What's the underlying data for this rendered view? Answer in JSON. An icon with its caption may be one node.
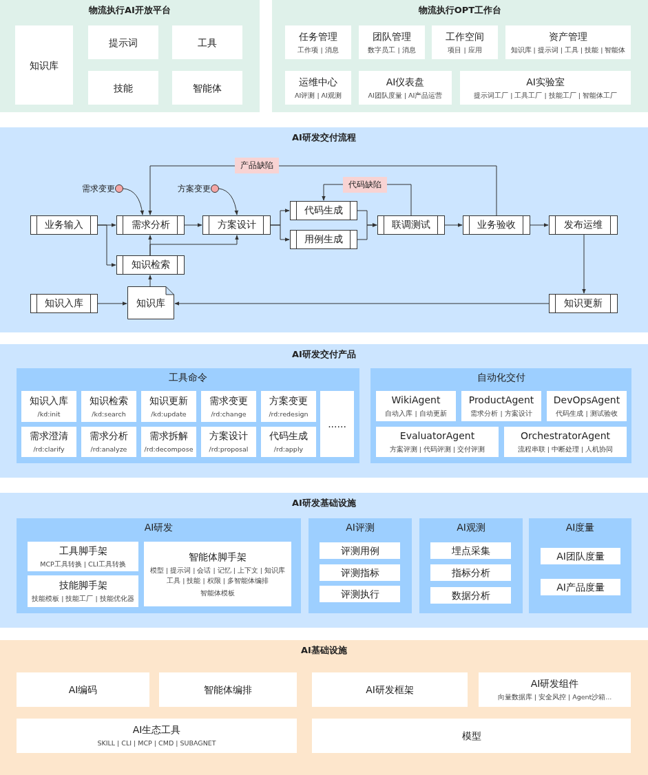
{
  "diagram": {
    "nodes": [
      {
        "text": [
          "物流执行AI开放平台"
        ]
      },
      {
        "text": [
          "知识库"
        ],
        "in": 0
      },
      {
        "text": [
          "提示词"
        ],
        "in": 0
      },
      {
        "text": [
          "工具"
        ],
        "in": 0
      },
      {
        "text": [
          "技能"
        ],
        "in": 0
      },
      {
        "text": [
          "智能体"
        ],
        "in": 0
      },
      {
        "text": [
          "物流执行OPT工作台"
        ]
      },
      {
        "text": [
          "任务管理",
          "工作项 | 消息"
        ],
        "in": 6
      },
      {
        "text": [
          "团队管理",
          "数字员工 | 消息"
        ],
        "in": 6
      },
      {
        "text": [
          "工作空间",
          "项目 | 应用"
        ],
        "in": 6
      },
      {
        "text": [
          "资产管理",
          "知识库 | 提示词 | 工具 | 技能 | 智能体"
        ],
        "in": 6
      },
      {
        "text": [
          "运维中心",
          "AI评测 | AI观测"
        ],
        "in": 6
      },
      {
        "text": [
          "AI仪表盘",
          "AI团队度量 | AI产品运营"
        ],
        "in": 6
      },
      {
        "text": [
          "AI实验室",
          "提示词工厂 | 工具工厂 | 技能工厂 | 智能体工厂"
        ],
        "in": 6
      },
      {
        "text": [
          "AI研发交付流程"
        ]
      },
      {
        "text": [
          "业务输入"
        ],
        "in": 14
      },
      {
        "text": [
          "需求分析"
        ],
        "in": 14
      },
      {
        "text": [
          "方案设计"
        ],
        "in": 14
      },
      {
        "text": [
          "代码生成"
        ],
        "in": 14
      },
      {
        "text": [
          "用例生成"
        ],
        "in": 14
      },
      {
        "text": [
          "联调测试"
        ],
        "in": 14
      },
      {
        "text": [
          "业务验收"
        ],
        "in": 14
      },
      {
        "text": [
          "发布运维"
        ],
        "in": 14
      },
      {
        "text": [
          "知识检索"
        ],
        "in": 14
      },
      {
        "text": [
          "知识入库"
        ],
        "in": 14
      },
      {
        "text": [
          "知识库"
        ],
        "in": 14
      },
      {
        "text": [
          "知识更新"
        ],
        "in": 14
      },
      {
        "text": [
          "需求变更"
        ],
        "in": 14
      },
      {
        "text": [
          "方案变更"
        ],
        "in": 14
      },
      {
        "text": [
          "AI研发交付产品"
        ]
      },
      {
        "text": [
          "工具命令"
        ],
        "in": 29
      },
      {
        "text": [
          "知识入库",
          "/kd:init"
        ],
        "in": 30
      },
      {
        "text": [
          "知识检索",
          "/kd:search"
        ],
        "in": 30
      },
      {
        "text": [
          "知识更新",
          "/kd:update"
        ],
        "in": 30
      },
      {
        "text": [
          "需求变更",
          "/rd:change"
        ],
        "in": 30
      },
      {
        "text": [
          "方案变更",
          "/rd:redesign"
        ],
        "in": 30
      },
      {
        "text": [
          "需求澄清",
          "/rd:clarify"
        ],
        "in": 30
      },
      {
        "text": [
          "需求分析",
          "/rd:analyze"
        ],
        "in": 30
      },
      {
        "text": [
          "需求拆解",
          "/rd:decompose"
        ],
        "in": 30
      },
      {
        "text": [
          "方案设计",
          "/rd:proposal"
        ],
        "in": 30
      },
      {
        "text": [
          "代码生成",
          "/rd:apply"
        ],
        "in": 30
      },
      {
        "text": [
          "......"
        ],
        "in": 30
      },
      {
        "text": [
          "自动化交付"
        ],
        "in": 29
      },
      {
        "text": [
          "WikiAgent",
          "自动入库 | 自动更新"
        ],
        "in": 42
      },
      {
        "text": [
          "ProductAgent",
          "需求分析 | 方案设计"
        ],
        "in": 42
      },
      {
        "text": [
          "DevOpsAgent",
          "代码生成 | 测试验收"
        ],
        "in": 42
      },
      {
        "text": [
          "EvaluatorAgent",
          "方案评测 | 代码评测 | 交付评测"
        ],
        "in": 42
      },
      {
        "text": [
          "OrchestratorAgent",
          "流程串联 | 中断处理 | 人机协同"
        ],
        "in": 42
      },
      {
        "text": [
          "AI研发基础设施"
        ]
      },
      {
        "text": [
          "AI研发"
        ],
        "in": 48
      },
      {
        "text": [
          "工具脚手架",
          "MCP工具转换 | CLI工具转换"
        ],
        "in": 49
      },
      {
        "text": [
          "技能脚手架",
          "技能模板 | 技能工厂 | 技能优化器"
        ],
        "in": 49
      },
      {
        "text": [
          "智能体脚手架",
          "模型 | 提示词 | 会话 | 记忆 | 上下文 | 知识库工具 | 技能 | 权限 | 多智能体编排",
          "智能体模板"
        ],
        "in": 49
      },
      {
        "text": [
          "AI评测"
        ],
        "in": 48
      },
      {
        "text": [
          "评测用例"
        ],
        "in": 53
      },
      {
        "text": [
          "评测指标"
        ],
        "in": 53
      },
      {
        "text": [
          "评测执行"
        ],
        "in": 53
      },
      {
        "text": [
          "AI观测"
        ],
        "in": 48
      },
      {
        "text": [
          "埋点采集"
        ],
        "in": 57
      },
      {
        "text": [
          "指标分析"
        ],
        "in": 57
      },
      {
        "text": [
          "数据分析"
        ],
        "in": 57
      },
      {
        "text": [
          "AI度量"
        ],
        "in": 48
      },
      {
        "text": [
          "AI团队度量"
        ],
        "in": 61
      },
      {
        "text": [
          "AI产品度量"
        ],
        "in": 61
      },
      {
        "text": [
          "AI基础设施"
        ]
      },
      {
        "text": [
          "AI编码"
        ],
        "in": 64
      },
      {
        "text": [
          "智能体编排"
        ],
        "in": 64
      },
      {
        "text": [
          "AI研发框架"
        ],
        "in": 64
      },
      {
        "text": [
          "AI研发组件",
          "向量数据库 | 安全风控 | Agent沙箱..."
        ],
        "in": 64
      },
      {
        "text": [
          "AI生态工具",
          "SKILL | CLI | MCP | CMD | SUBAGNET"
        ],
        "in": 64
      },
      {
        "text": [
          "模型"
        ],
        "in": 64
      }
    ],
    "edges": [
      {
        "from": 15,
        "to": 16,
        "arrow": "to"
      },
      {
        "from": 15,
        "to": 23,
        "arrow": "to"
      },
      {
        "from": 16,
        "to": 17,
        "arrow": "to"
      },
      {
        "from": 23,
        "to": 16,
        "arrow": "to"
      },
      {
        "from": 23,
        "to": 17,
        "arrow": "to"
      },
      {
        "from": 17,
        "to": 18,
        "arrow": "to"
      },
      {
        "from": 17,
        "to": 19,
        "arrow": "to"
      },
      {
        "from": 18,
        "to": 20,
        "arrow": "to"
      },
      {
        "from": 19,
        "to": 20,
        "arrow": "to"
      },
      {
        "from": 20,
        "to": 21,
        "arrow": "to"
      },
      {
        "from": 21,
        "to": 22,
        "arrow": "to"
      },
      {
        "from": 20,
        "to": 18,
        "arrow": "to",
        "label": "代码缺陷"
      },
      {
        "from": 21,
        "to": 16,
        "arrow": "to",
        "label": "产品缺陷"
      },
      {
        "from": 22,
        "to": 26,
        "arrow": "to"
      },
      {
        "from": 26,
        "to": 25,
        "arrow": "to"
      },
      {
        "from": 24,
        "to": 25,
        "arrow": "to"
      },
      {
        "from": 25,
        "to": 23,
        "arrow": "to"
      },
      {
        "from": 27,
        "to": 16,
        "arrow": "to"
      },
      {
        "from": 28,
        "to": 17,
        "arrow": "to"
      }
    ]
  }
}
